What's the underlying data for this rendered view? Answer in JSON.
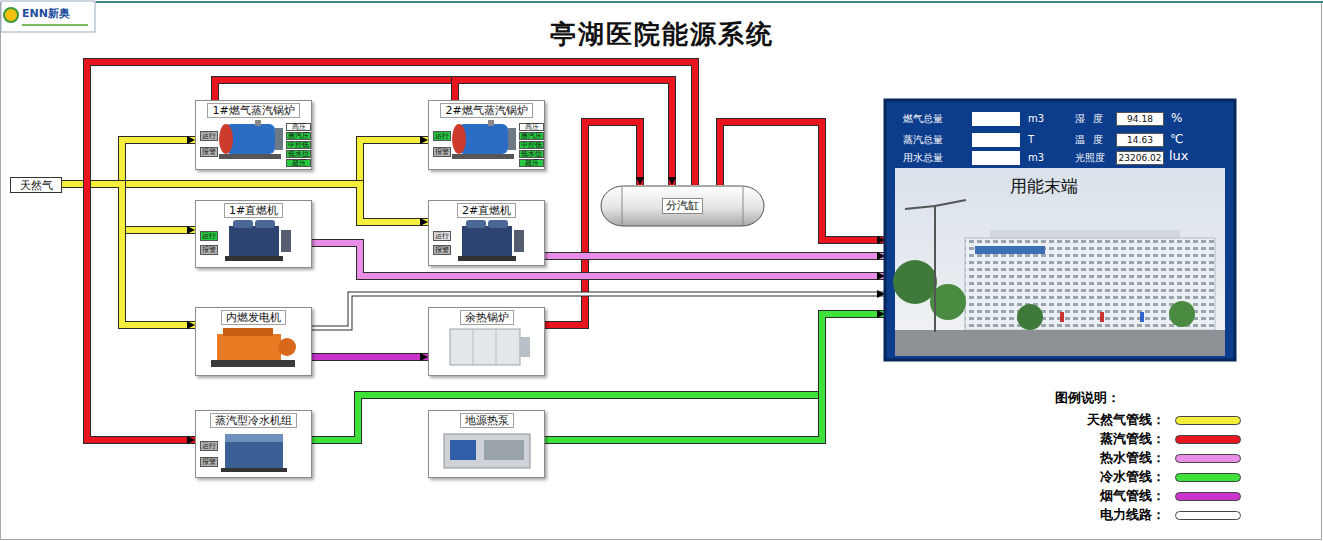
{
  "diagram": {
    "title": "亭湖医院能源系统",
    "nodes": [
      {
        "text": [
          "天然气"
        ]
      },
      {
        "text": [
          "1#燃气蒸汽锅炉"
        ]
      },
      {
        "text": [
          "运行"
        ],
        "in": 1
      },
      {
        "text": [
          "报警"
        ],
        "in": 1
      },
      {
        "text": [
          "高压"
        ],
        "in": 1
      },
      {
        "text": [
          "蒸汽压"
        ],
        "in": 1
      },
      {
        "text": [
          "中控低"
        ],
        "in": 1
      },
      {
        "text": [
          "低水位"
        ],
        "in": 1
      },
      {
        "text": [
          "超压"
        ],
        "in": 1
      },
      {
        "text": [
          "2#燃气蒸汽锅炉"
        ]
      },
      {
        "text": [
          "运行"
        ],
        "in": 9
      },
      {
        "text": [
          "报警"
        ],
        "in": 9
      },
      {
        "text": [
          "高压"
        ],
        "in": 9
      },
      {
        "text": [
          "蒸汽压"
        ],
        "in": 9
      },
      {
        "text": [
          "中控低"
        ],
        "in": 9
      },
      {
        "text": [
          "低水位"
        ],
        "in": 9
      },
      {
        "text": [
          "超压"
        ],
        "in": 9
      },
      {
        "text": [
          "1#直燃机"
        ]
      },
      {
        "text": [
          "运行"
        ],
        "in": 17
      },
      {
        "text": [
          "报警"
        ],
        "in": 17
      },
      {
        "text": [
          "2#直燃机"
        ]
      },
      {
        "text": [
          "运行"
        ],
        "in": 20
      },
      {
        "text": [
          "报警"
        ],
        "in": 20
      },
      {
        "text": [
          "内燃发电机"
        ]
      },
      {
        "text": [
          "余热锅炉"
        ]
      },
      {
        "text": [
          "分汽缸"
        ]
      },
      {
        "text": [
          "蒸汽型冷水机组"
        ]
      },
      {
        "text": [
          "运行"
        ],
        "in": 26
      },
      {
        "text": [
          "报警"
        ],
        "in": 26
      },
      {
        "text": [
          "地源热泵"
        ]
      },
      {
        "text": [
          "用能末端"
        ]
      },
      {
        "text": [
          "94.18"
        ],
        "in": 30
      },
      {
        "text": [
          "14.63"
        ],
        "in": 30
      },
      {
        "text": [
          "23206.02"
        ],
        "in": 30
      }
    ],
    "edges": [
      {
        "from": 0,
        "to": 1,
        "arrow": "to"
      },
      {
        "from": 0,
        "to": 9,
        "arrow": "to"
      },
      {
        "from": 0,
        "to": 17,
        "arrow": "to"
      },
      {
        "from": 0,
        "to": 20,
        "arrow": "to"
      },
      {
        "from": 0,
        "to": 23,
        "arrow": "to"
      },
      {
        "from": 1,
        "to": 25,
        "arrow": "to"
      },
      {
        "from": 9,
        "to": 25,
        "arrow": "to"
      },
      {
        "from": 24,
        "to": 25,
        "arrow": "to"
      },
      {
        "from": 25,
        "to": 30,
        "arrow": "to"
      },
      {
        "from": 25,
        "to": 26,
        "arrow": "to"
      },
      {
        "from": 17,
        "to": 30,
        "arrow": "to"
      },
      {
        "from": 20,
        "to": 30,
        "arrow": "to"
      },
      {
        "from": 23,
        "to": 24,
        "arrow": "to"
      },
      {
        "from": 23,
        "to": 30,
        "arrow": "to"
      },
      {
        "from": 26,
        "to": 30,
        "arrow": "to"
      },
      {
        "from": 29,
        "to": 30,
        "arrow": "to"
      }
    ],
    "labels": [
      "ENN新奥",
      "燃气总量",
      "m3",
      "湿度",
      "%",
      "蒸汽总量",
      "T",
      "温度",
      "℃",
      "用水总量",
      "m3",
      "光照度",
      "lux",
      "图例说明："
    ],
    "legend": [
      {
        "text": "天然气管线：",
        "color": "#f5ee3c"
      },
      {
        "text": "蒸汽管线：",
        "color": "#e8141e"
      },
      {
        "text": "热水管线：",
        "color": "#e88ee6"
      },
      {
        "text": "冷水管线：",
        "color": "#3ee23a"
      },
      {
        "text": "烟气管线：",
        "color": "#cc33cc"
      },
      {
        "text": "电力线路：",
        "color": "#ffffff"
      }
    ]
  }
}
